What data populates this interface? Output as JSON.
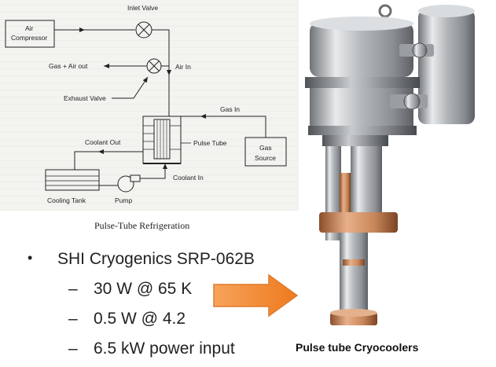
{
  "diagram": {
    "labels": {
      "inlet_valve": "Inlet Valve",
      "air_compressor_line1": "Air",
      "air_compressor_line2": "Compressor",
      "gas_air_out": "Gas + Air out",
      "air_in": "Air In",
      "exhaust_valve": "Exhaust Valve",
      "gas_in": "Gas In",
      "coolant_out": "Coolant Out",
      "pulse_tube": "Pulse Tube",
      "gas_source_line1": "Gas",
      "gas_source_line2": "Source",
      "coolant_in": "Coolant In",
      "cooling_tank": "Cooling Tank",
      "pump": "Pump"
    },
    "caption": "Pulse-Tube Refrigeration"
  },
  "bullets": {
    "main": "SHI Cryogenics SRP-062B",
    "sub": [
      "30 W @ 65 K",
      "0.5 W @ 4.2",
      "6.5 kW power input"
    ]
  },
  "photo": {
    "caption": "Pulse tube Cryocoolers"
  },
  "colors": {
    "arrow_orange": "#f0862a",
    "copper": "#c8875a",
    "steel": "#b9bcbf"
  }
}
